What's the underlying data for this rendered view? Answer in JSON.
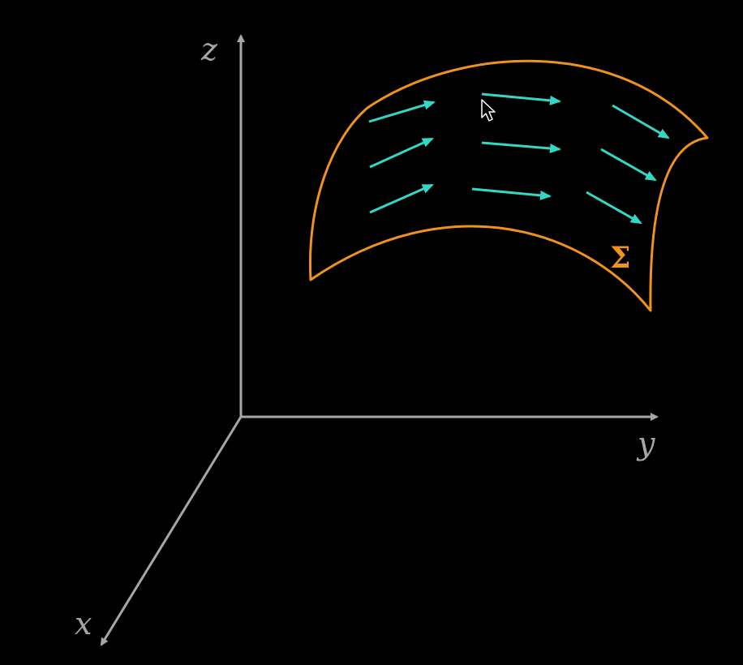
{
  "colors": {
    "background": "#000000",
    "axis": "#a6a6a6",
    "surface": "#f0931e",
    "vector": "#34d6c4",
    "cursor_fill": "#000000",
    "cursor_stroke": "#ffffff"
  },
  "axes": {
    "z_label": "z",
    "y_label": "y",
    "x_label": "x"
  },
  "surface": {
    "label": "Σ"
  },
  "vector_field": {
    "icon": "arrow-icon",
    "rows": 3,
    "columns": 3
  },
  "cursor": {
    "icon": "mouse-pointer-icon"
  }
}
